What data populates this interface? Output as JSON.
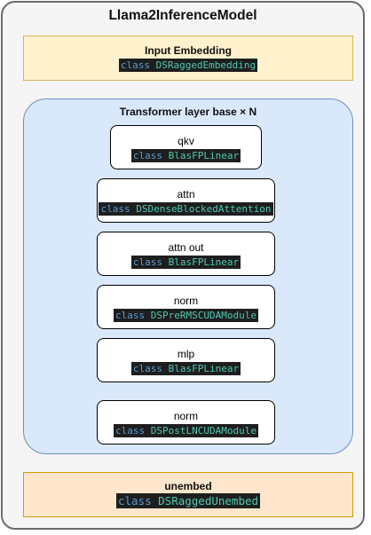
{
  "model": {
    "title": "Llama2InferenceModel"
  },
  "input_embedding": {
    "label": "Input Embedding",
    "keyword": "class",
    "class_name": "DSRaggedEmbedding"
  },
  "transformer": {
    "title": "Transformer layer base × N",
    "layers": [
      {
        "label": "qkv",
        "keyword": "class",
        "class_name": "BlasFPLinear"
      },
      {
        "label": "attn",
        "keyword": "class",
        "class_name": "DSDenseBlockedAttention"
      },
      {
        "label": "attn out",
        "keyword": "class",
        "class_name": "BlasFPLinear"
      },
      {
        "label": "norm",
        "keyword": "class",
        "class_name": "DSPreRMSCUDAModule"
      },
      {
        "label": "mlp",
        "keyword": "class",
        "class_name": "BlasFPLinear"
      },
      {
        "label": "norm",
        "keyword": "class",
        "class_name": "DSPostLNCUDAModule"
      }
    ]
  },
  "unembed": {
    "label": "unembed",
    "keyword": "class",
    "class_name": "DSRaggedUnembed"
  },
  "colors": {
    "outer_fill": "#f5f5f5",
    "input_fill": "#fff2cc",
    "group_fill": "#dae8fc",
    "unembed_fill": "#ffe6cc",
    "code_bg": "#1e1e1e",
    "code_keyword": "#569cd6",
    "code_class": "#4ec9b0"
  }
}
